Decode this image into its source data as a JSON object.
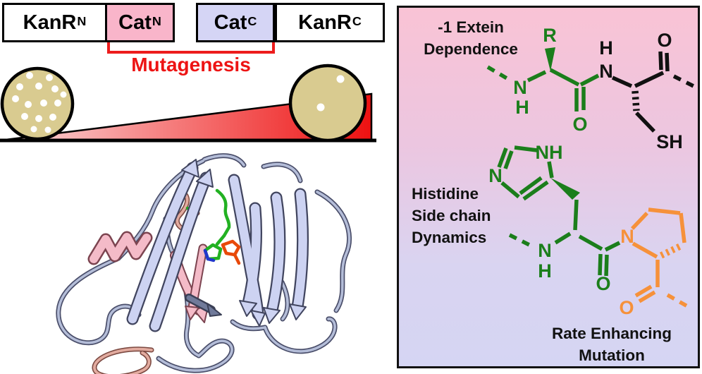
{
  "construct": {
    "boxes": [
      {
        "label": "KanR",
        "sup": "N",
        "bg": "#ffffff"
      },
      {
        "label": "Cat",
        "sup": "N",
        "bg": "#f9b5ca"
      },
      {
        "label": "Cat",
        "sup": "C",
        "bg": "#d5d5f5"
      },
      {
        "label": "KanR",
        "sup": "C",
        "bg": "#ffffff"
      }
    ],
    "mutagenesis_label": "Mutagenesis"
  },
  "assay": {
    "left_dish_colony_count": 15,
    "right_dish_colony_count": 2,
    "dish_color": "#d9cb90",
    "ramp_gradient_start": "#fcdadd",
    "ramp_gradient_end": "#ee1111"
  },
  "panel": {
    "extein": {
      "line1": "-1 Extein",
      "line2": "Dependence"
    },
    "histidine": {
      "line1": "Histidine",
      "line2": "Side chain",
      "line3": "Dynamics"
    },
    "rate": {
      "line1": "Rate Enhancing",
      "line2": "Mutation"
    },
    "atoms": {
      "R": "R",
      "N": "N",
      "H": "H",
      "O": "O",
      "NH": "NH",
      "SH": "SH"
    }
  },
  "colors": {
    "chem_green": "#1b7e1b",
    "chem_orange": "#f6913a",
    "chem_black": "#111111",
    "accent_red": "#ed1414",
    "strand_lavender": "#cdd3f2",
    "helix_pink": "#f4bbc8"
  }
}
